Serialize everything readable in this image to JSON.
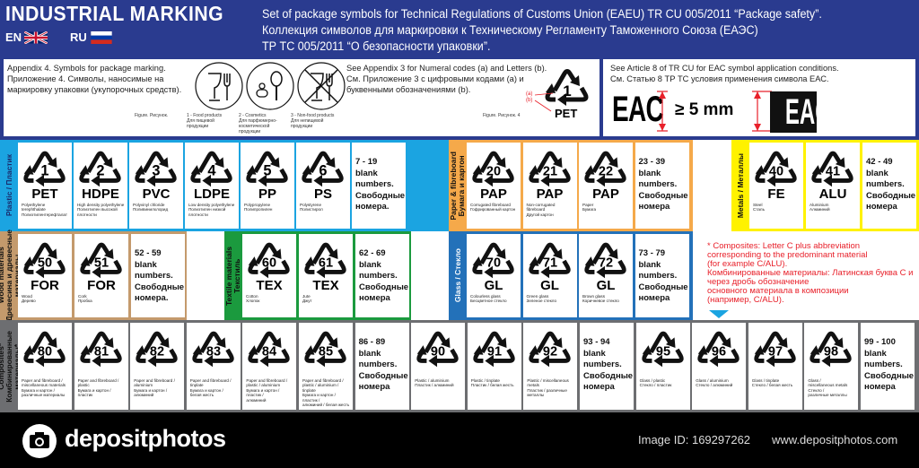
{
  "header": {
    "title": "INDUSTRIAL MARKING",
    "lang_en": "EN",
    "lang_ru": "RU",
    "subtitle_lines": [
      "Set of package symbols for Technical Regulations of Customs Union (EAEU) TR CU 005/2011 “Package safety”.",
      "Коллекция символов для маркировки к Техническому Регламенту Таможенного Союза (ЕАЭС)",
      "ТР ТС 005/2011 “О безопасности упаковки”."
    ]
  },
  "appendix4": {
    "lines": [
      "Appendix 4. Symbols for package marking.",
      "Приложение 4. Символы, наносимые на",
      "маркировку упаковки (укупорочных средств)."
    ],
    "figure_label": "Figure. Рисунок.",
    "symbols": [
      {
        "icon": "food-icon",
        "caption": "1 - Food products\nДля пищевой\nпродукции"
      },
      {
        "icon": "cosmetics-icon",
        "caption": "2 - Cosmetics\nДля парфюмерно-\nкосметической\nпродукции"
      },
      {
        "icon": "non-food-icon",
        "caption": "3 - Non-food products\nДля непищевой\nпродукции"
      }
    ]
  },
  "appendix3": {
    "lines": [
      "See Appendix 3 for Numeral codes (a) and Letters (b).",
      "См. Приложение 3 с цифровыми кодами (а) и",
      "буквенными обозначениями (b)."
    ],
    "label_a": "(a)",
    "label_b": "(b)",
    "figure_label": "Figure. Рисунок.  4",
    "example_code": "1",
    "example_abbr": "PET"
  },
  "eac": {
    "lines": [
      "See Article 8 of TR CU for EAC symbol application conditions.",
      "См. Статью 8 ТР ТС условия применения символа ЕАС."
    ],
    "logo_text": "EAC",
    "size_text": "≥ 5 mm"
  },
  "colors": {
    "header": "#2a3b8f",
    "plastic": "#1ba4e1",
    "paper": "#f5a94a",
    "metal": "#fff200",
    "wood": "#c49a6c",
    "textile": "#1b9a3e",
    "glass": "#2371b9",
    "composite": "#6d6e71",
    "note": "#e8202a"
  },
  "groups": {
    "plastic": {
      "label": "Plastic / Пластик",
      "cells": [
        {
          "code": "1",
          "abbr": "PET",
          "desc": "Polyethylene\nterephthalate\nПолиэтилентерефталат"
        },
        {
          "code": "2",
          "abbr": "HDPE",
          "desc": "High density polyethylene\nПолиэтилен высокой\nплотности"
        },
        {
          "code": "3",
          "abbr": "PVC",
          "desc": "Polyvinyl chloride\nПоливинилхлорид"
        },
        {
          "code": "4",
          "abbr": "LDPE",
          "desc": "Low density polyethylene\nПолиэтилен низкой\nплотности"
        },
        {
          "code": "5",
          "abbr": "PP",
          "desc": "Polypropylene\nПолипропилен"
        },
        {
          "code": "6",
          "abbr": "PS",
          "desc": "Polystyrene\nПолистирол"
        },
        {
          "blank": "7 - 19\nblank\nnumbers.\nСвободные\nномера."
        }
      ]
    },
    "paper": {
      "label": "Paper & fibreboard\nБумага и картон",
      "cells": [
        {
          "code": "20",
          "abbr": "PAP",
          "desc": "Corrugated fibreboard\nГофрированный картон"
        },
        {
          "code": "21",
          "abbr": "PAP",
          "desc": "Non-corrugated fibreboard\nДругой картон"
        },
        {
          "code": "22",
          "abbr": "PAP",
          "desc": "Paper\nБумага"
        },
        {
          "blank": "23 - 39\nblank\nnumbers.\nСвободные\nномера"
        }
      ]
    },
    "metal": {
      "label": "Metals / Металлы",
      "cells": [
        {
          "code": "40",
          "abbr": "FE",
          "desc": "Steel\nСталь"
        },
        {
          "code": "41",
          "abbr": "ALU",
          "desc": "Aluminium\nАлюминий"
        },
        {
          "blank": "42 - 49\nblank\nnumbers.\nСвободные\nномера"
        }
      ]
    },
    "wood": {
      "label": "Wood materials\nДревесина и древесные\nматериалы",
      "cells": [
        {
          "code": "50",
          "abbr": "FOR",
          "desc": "Wood\nДерево"
        },
        {
          "code": "51",
          "abbr": "FOR",
          "desc": "Cork\nПробка"
        },
        {
          "blank": "52 - 59\nblank\nnumbers.\nСвободные\nномера."
        }
      ]
    },
    "textile": {
      "label": "Textile materials\nТекстиль",
      "cells": [
        {
          "code": "60",
          "abbr": "TEX",
          "desc": "Cotton\nХлопок"
        },
        {
          "code": "61",
          "abbr": "TEX",
          "desc": "Jute\nДжут"
        },
        {
          "blank": "62 - 69\nblank\nnumbers.\nСвободные\nномера"
        }
      ]
    },
    "glass": {
      "label": "Glass / Стекло",
      "cells": [
        {
          "code": "70",
          "abbr": "GL",
          "desc": "Colourless glass\nБесцветное стекло"
        },
        {
          "code": "71",
          "abbr": "GL",
          "desc": "Green glass\nЗеленое стекло"
        },
        {
          "code": "72",
          "abbr": "GL",
          "desc": "Brown glass\nКоричневое стекло"
        },
        {
          "blank": "73 - 79\nblank\nnumbers.\nСвободные\nномера"
        }
      ]
    },
    "composite": {
      "label": "Composites*\nКомбинированные\nматериалы*",
      "cells": [
        {
          "code": "80",
          "abbr": "",
          "desc": "Paper and fibreboard /\nmiscellaneous materials\nБумага и картон /\nразличные материалы"
        },
        {
          "code": "81",
          "abbr": "",
          "desc": "Paper and fibreboard /\nplastic\nБумага и картон /\nпластик"
        },
        {
          "code": "82",
          "abbr": "",
          "desc": "Paper and fibreboard /\naluminium\nБумага и картон /\nалюминий"
        },
        {
          "code": "83",
          "abbr": "",
          "desc": "Paper and fibreboard /\ntinplate\nБумага и картон /\nбелая жесть"
        },
        {
          "code": "84",
          "abbr": "",
          "desc": "Paper and fibreboard /\nplastic / aluminium\nБумага и картон / пластик /\nалюминий"
        },
        {
          "code": "85",
          "abbr": "",
          "desc": "Paper and fibreboard /\nplastic / aluminium /\ntinplate\nБумага и картон / пластик /\nалюминий / белая жесть"
        },
        {
          "blank": "86 - 89\nblank\nnumbers.\nСвободные\nномера"
        },
        {
          "code": "90",
          "abbr": "",
          "desc": "Plastic / aluminium\nПластик / алюминий"
        },
        {
          "code": "91",
          "abbr": "",
          "desc": "Plastic / tinplate\nПластик / белая жесть"
        },
        {
          "code": "92",
          "abbr": "",
          "desc": "Plastic / miscellaneous\nmetals\nПластик / различные\nметаллы"
        },
        {
          "blank": "93 - 94\nblank\nnumbers.\nСвободные\nномера"
        },
        {
          "code": "95",
          "abbr": "",
          "desc": "Glass / plastic\nСтекло / пластик"
        },
        {
          "code": "96",
          "abbr": "",
          "desc": "Glass / aluminium\nСтекло / алюминий"
        },
        {
          "code": "97",
          "abbr": "",
          "desc": "Glass / tinplate\nСтекло / белая жесть"
        },
        {
          "code": "98",
          "abbr": "",
          "desc": "Glass /\nmiscellaneous metals\nСтекло /\nразличные металлы"
        },
        {
          "blank": "99 - 100\nblank\nnumbers.\nСвободные\nномера"
        }
      ]
    }
  },
  "composites_note": "* Composites: Letter C plus abbreviation\ncorresponding to the predominant material\n(for example C/ALU).\nКомбинированные материалы: Латинская буква С и\nчерез дробь обозначение\nосновного материала в композиции\n(например, C/ALU).",
  "footer": {
    "brand": "depositphotos",
    "image_id": "Image ID: 169297262",
    "url": "www.depositphotos.com"
  }
}
